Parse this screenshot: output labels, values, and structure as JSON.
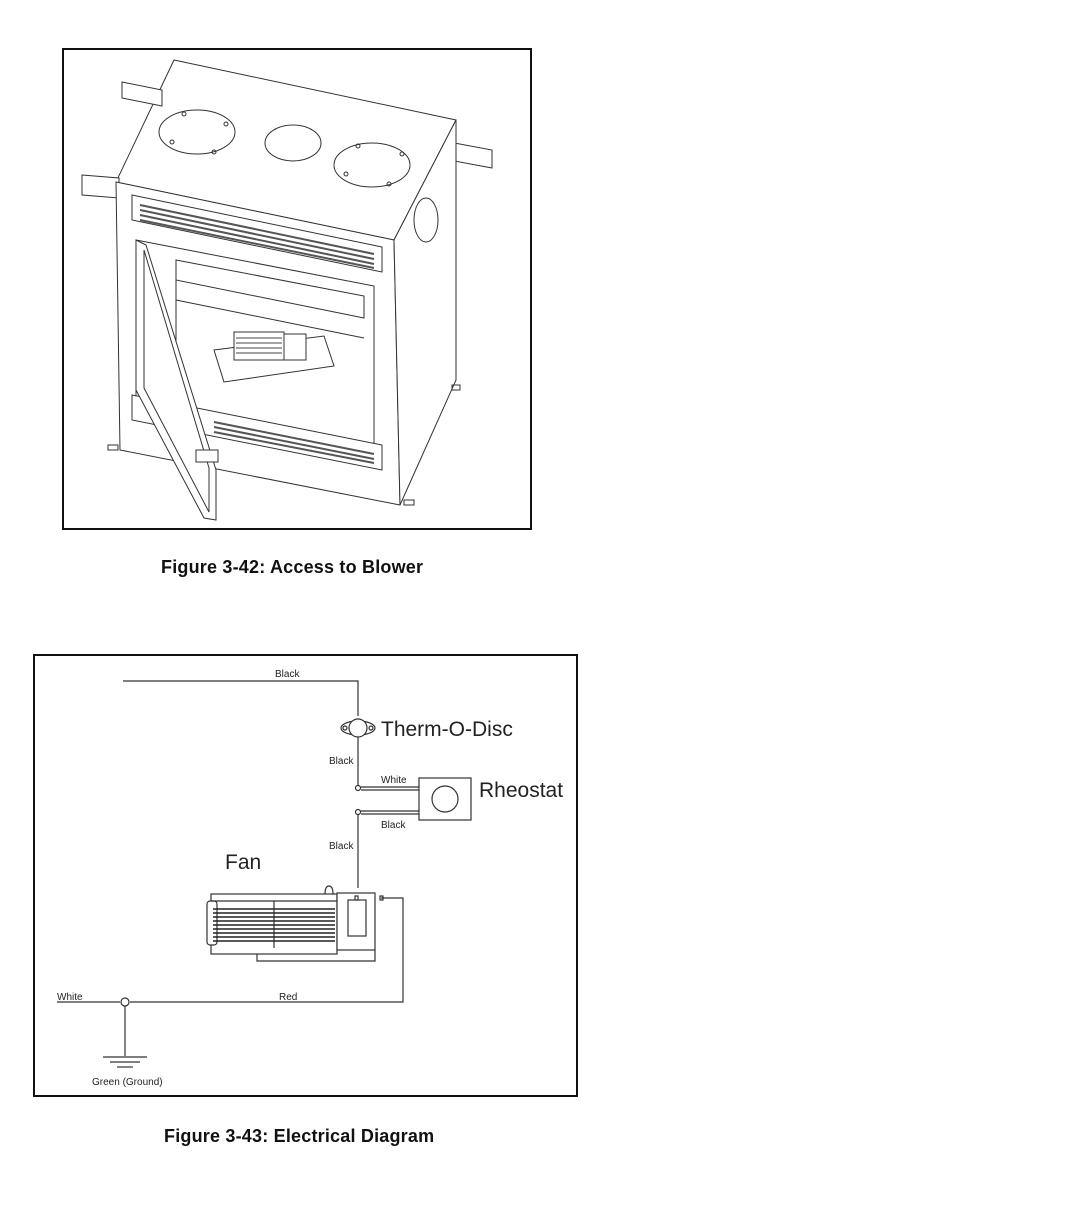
{
  "figures": [
    {
      "caption": "Figure 3-42: Access to Blower"
    },
    {
      "caption": "Figure 3-43: Electrical Diagram",
      "labels": {
        "top_wire": "Black",
        "thermodisc": "Therm-O-Disc",
        "wire_below_disc": "Black",
        "white_to_rheostat": "White",
        "rheostat": "Rheostat",
        "black_from_rheostat": "Black",
        "wire_to_fan": "Black",
        "fan": "Fan",
        "white_line": "White",
        "red_line": "Red",
        "ground": "Green (Ground)"
      }
    }
  ],
  "colors": {
    "line": "#333333",
    "frame": "#111111"
  }
}
